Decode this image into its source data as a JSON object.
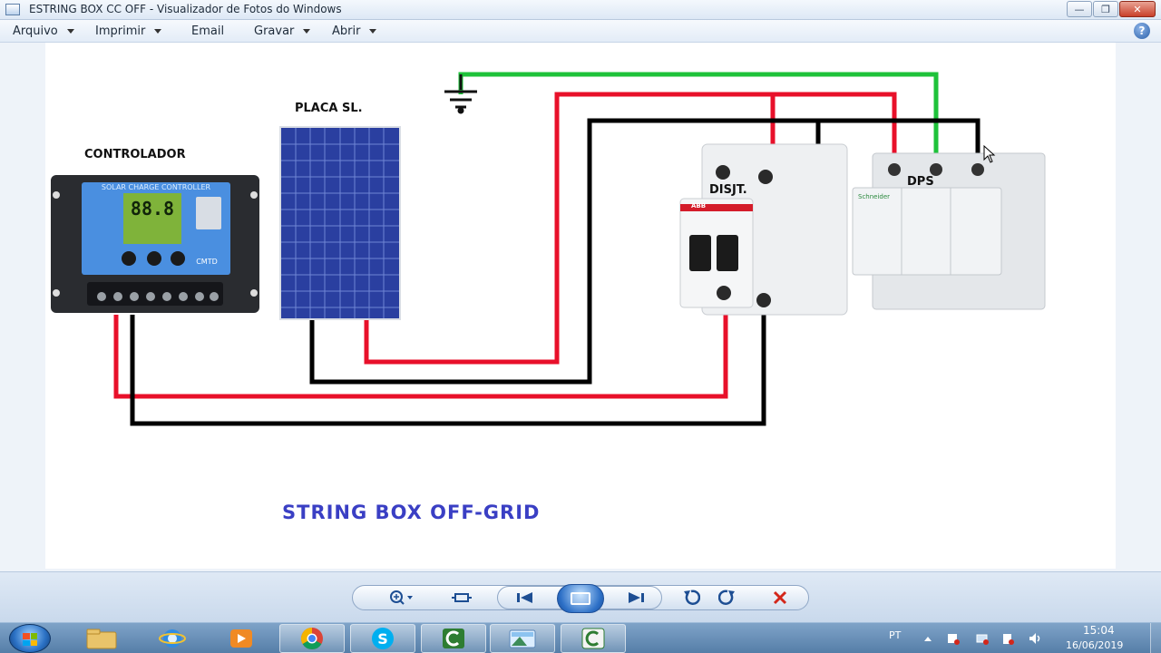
{
  "window": {
    "title": "ESTRING BOX CC OFF - Visualizador de Fotos do Windows",
    "minimize": "—",
    "maximize": "❐",
    "close": "✕"
  },
  "menu": {
    "items": [
      {
        "label": "Arquivo",
        "has_dropdown": true
      },
      {
        "label": "Imprimir",
        "has_dropdown": true
      },
      {
        "label": "Email",
        "has_dropdown": false
      },
      {
        "label": "Gravar",
        "has_dropdown": true
      },
      {
        "label": "Abrir",
        "has_dropdown": true
      }
    ],
    "help": "?"
  },
  "diagram": {
    "labels": {
      "controller": "CONTROLADOR",
      "panel": "PLACA SL.",
      "breaker": "DISJT.",
      "dps": "DPS",
      "caption": "STRING BOX OFF-GRID",
      "lcd_header": "SOLAR CHARGE CONTROLLER",
      "lcd_digits": "88.8",
      "lcd_brand": "CMTD",
      "breaker_brand": "ABB",
      "dps_brand": "Schneider"
    },
    "colors": {
      "positive": "#e8102a",
      "negative": "#000000",
      "ground": "#1ec23a",
      "caption": "#3a3fc4",
      "panel": "#2a3fa0"
    }
  },
  "toolbar": {
    "buttons": [
      "zoom",
      "fit",
      "previous",
      "slideshow",
      "next",
      "rotate-left",
      "rotate-right",
      "delete"
    ]
  },
  "taskbar": {
    "language": "PT",
    "time": "15:04",
    "date": "16/06/2019",
    "apps": [
      "explorer",
      "internet-explorer",
      "media-player",
      "chrome",
      "skype",
      "camtasia",
      "photo-viewer",
      "camtasia-recorder"
    ]
  }
}
